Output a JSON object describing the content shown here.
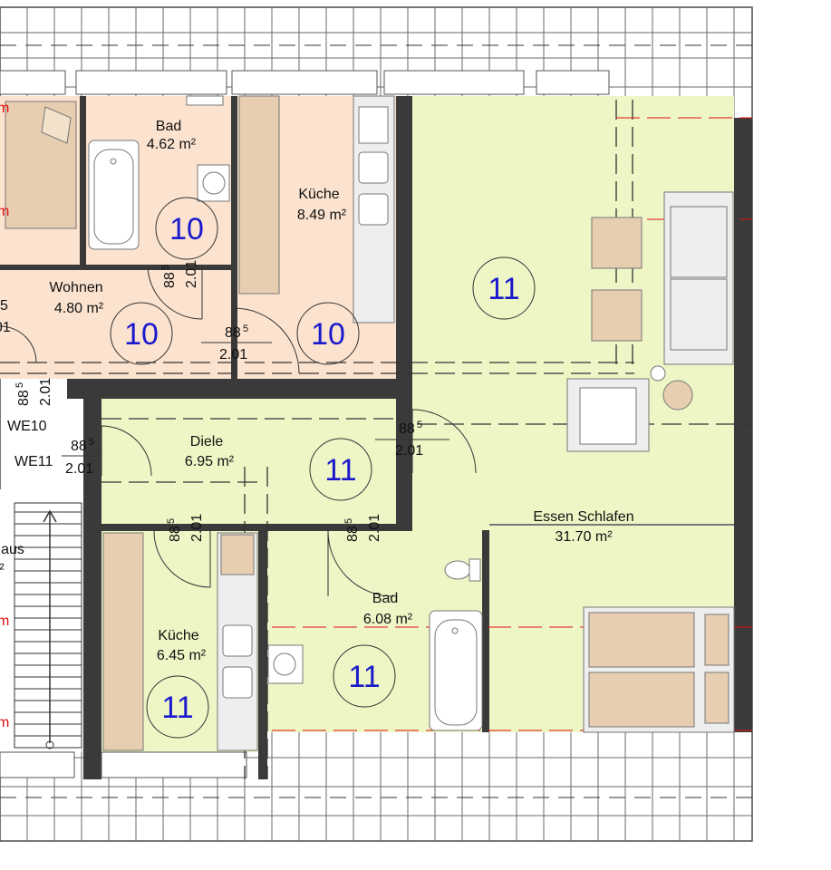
{
  "rooms": {
    "bad10": {
      "name": "Bad",
      "area": "4.62 m²"
    },
    "kueche10": {
      "name": "Küche",
      "area": "8.49 m²"
    },
    "wohnen10": {
      "name": "Wohnen",
      "area": "4.80 m²"
    },
    "diele11": {
      "name": "Diele",
      "area": "6.95 m²"
    },
    "essen11": {
      "name": "Essen Schlafen",
      "area": "31.70 m²"
    },
    "bad11": {
      "name": "Bad",
      "area": "6.08 m²"
    },
    "kueche11": {
      "name": "Küche",
      "area": "6.45 m²"
    },
    "treppenhaus": {
      "name": "aus",
      "area": "²"
    }
  },
  "unit_numbers": {
    "we10": "10",
    "we11": "11"
  },
  "unit_labels": {
    "we10": "WE10",
    "we11": "WE11"
  },
  "door": {
    "width": "88",
    "width_sup": "5",
    "height": "2.01"
  },
  "edge_fragments": {
    "left_5": "5",
    "left_01": "01",
    "red_m": "m"
  },
  "colors": {
    "we10_fill": "#fbe3cf",
    "we11_fill": "#eef6c6",
    "wall": "#3a3a3a",
    "furniture": "#e8ceb0",
    "roof_line": "#555555",
    "accent": "#e01010",
    "unit_number": "#1a1acc"
  }
}
